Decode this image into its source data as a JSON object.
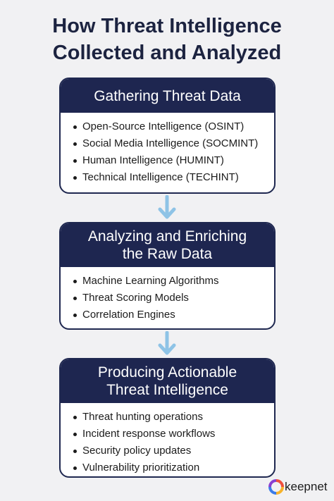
{
  "title": {
    "line1": "How Threat Intelligence",
    "line2": "Collected and Analyzed"
  },
  "steps": [
    {
      "heading": [
        "Gathering Threat Data"
      ],
      "items": [
        "Open-Source Intelligence (OSINT)",
        "Social Media Intelligence (SOCMINT)",
        "Human Intelligence (HUMINT)",
        "Technical Intelligence (TECHINT)"
      ]
    },
    {
      "heading": [
        "Analyzing and Enriching",
        "the Raw Data"
      ],
      "items": [
        "Machine Learning Algorithms",
        "Threat Scoring Models",
        "Correlation Engines"
      ]
    },
    {
      "heading": [
        "Producing Actionable",
        "Threat Intelligence"
      ],
      "items": [
        "Threat hunting operations",
        "Incident response workflows",
        "Security policy updates",
        "Vulnerability prioritization"
      ]
    }
  ],
  "logo": {
    "text": "keepnet",
    "icon": "keepnet-logo-icon"
  },
  "colors": {
    "background": "#f1f1f3",
    "heading_bg": "#1e2650",
    "title_text": "#1c2340",
    "arrow": "#8ec3e6"
  }
}
